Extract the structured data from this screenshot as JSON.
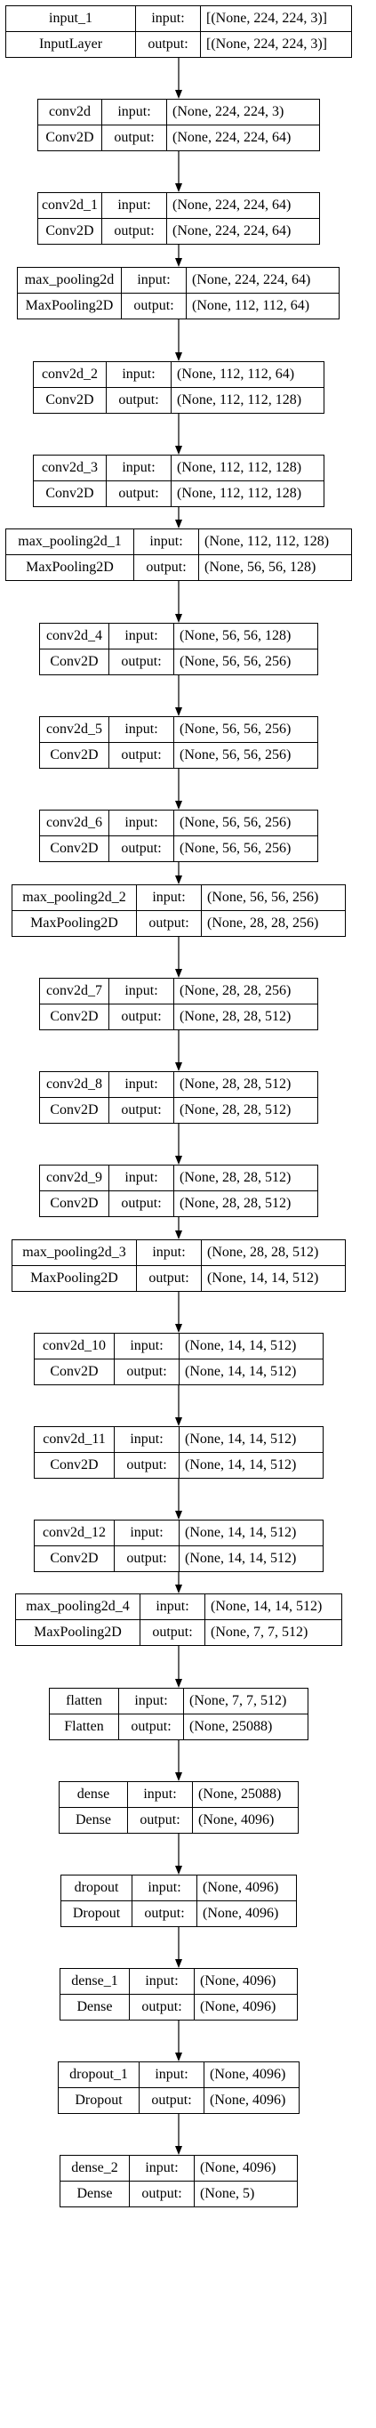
{
  "labels": {
    "input": "input:",
    "output": "output:"
  },
  "layers": [
    {
      "name": "input_1",
      "type": "InputLayer",
      "input": "[(None, 224, 224, 3)]",
      "output": "[(None, 224, 224, 3)]"
    },
    {
      "name": "conv2d",
      "type": "Conv2D",
      "input": "(None, 224, 224, 3)",
      "output": "(None, 224, 224, 64)"
    },
    {
      "name": "conv2d_1",
      "type": "Conv2D",
      "input": "(None, 224, 224, 64)",
      "output": "(None, 224, 224, 64)"
    },
    {
      "name": "max_pooling2d",
      "type": "MaxPooling2D",
      "input": "(None, 224, 224, 64)",
      "output": "(None, 112, 112, 64)"
    },
    {
      "name": "conv2d_2",
      "type": "Conv2D",
      "input": "(None, 112, 112, 64)",
      "output": "(None, 112, 112, 128)"
    },
    {
      "name": "conv2d_3",
      "type": "Conv2D",
      "input": "(None, 112, 112, 128)",
      "output": "(None, 112, 112, 128)"
    },
    {
      "name": "max_pooling2d_1",
      "type": "MaxPooling2D",
      "input": "(None, 112, 112, 128)",
      "output": "(None, 56, 56, 128)"
    },
    {
      "name": "conv2d_4",
      "type": "Conv2D",
      "input": "(None, 56, 56, 128)",
      "output": "(None, 56, 56, 256)"
    },
    {
      "name": "conv2d_5",
      "type": "Conv2D",
      "input": "(None, 56, 56, 256)",
      "output": "(None, 56, 56, 256)"
    },
    {
      "name": "conv2d_6",
      "type": "Conv2D",
      "input": "(None, 56, 56, 256)",
      "output": "(None, 56, 56, 256)"
    },
    {
      "name": "max_pooling2d_2",
      "type": "MaxPooling2D",
      "input": "(None, 56, 56, 256)",
      "output": "(None, 28, 28, 256)"
    },
    {
      "name": "conv2d_7",
      "type": "Conv2D",
      "input": "(None, 28, 28, 256)",
      "output": "(None, 28, 28, 512)"
    },
    {
      "name": "conv2d_8",
      "type": "Conv2D",
      "input": "(None, 28, 28, 512)",
      "output": "(None, 28, 28, 512)"
    },
    {
      "name": "conv2d_9",
      "type": "Conv2D",
      "input": "(None, 28, 28, 512)",
      "output": "(None, 28, 28, 512)"
    },
    {
      "name": "max_pooling2d_3",
      "type": "MaxPooling2D",
      "input": "(None, 28, 28, 512)",
      "output": "(None, 14, 14, 512)"
    },
    {
      "name": "conv2d_10",
      "type": "Conv2D",
      "input": "(None, 14, 14, 512)",
      "output": "(None, 14, 14, 512)"
    },
    {
      "name": "conv2d_11",
      "type": "Conv2D",
      "input": "(None, 14, 14, 512)",
      "output": "(None, 14, 14, 512)"
    },
    {
      "name": "conv2d_12",
      "type": "Conv2D",
      "input": "(None, 14, 14, 512)",
      "output": "(None, 14, 14, 512)"
    },
    {
      "name": "max_pooling2d_4",
      "type": "MaxPooling2D",
      "input": "(None, 14, 14, 512)",
      "output": "(None, 7, 7, 512)"
    },
    {
      "name": "flatten",
      "type": "Flatten",
      "input": "(None, 7, 7, 512)",
      "output": "(None, 25088)"
    },
    {
      "name": "dense",
      "type": "Dense",
      "input": "(None, 25088)",
      "output": "(None, 4096)"
    },
    {
      "name": "dropout",
      "type": "Dropout",
      "input": "(None, 4096)",
      "output": "(None, 4096)"
    },
    {
      "name": "dense_1",
      "type": "Dense",
      "input": "(None, 4096)",
      "output": "(None, 4096)"
    },
    {
      "name": "dropout_1",
      "type": "Dropout",
      "input": "(None, 4096)",
      "output": "(None, 4096)"
    },
    {
      "name": "dense_2",
      "type": "Dense",
      "input": "(None, 4096)",
      "output": "(None, 5)"
    }
  ]
}
